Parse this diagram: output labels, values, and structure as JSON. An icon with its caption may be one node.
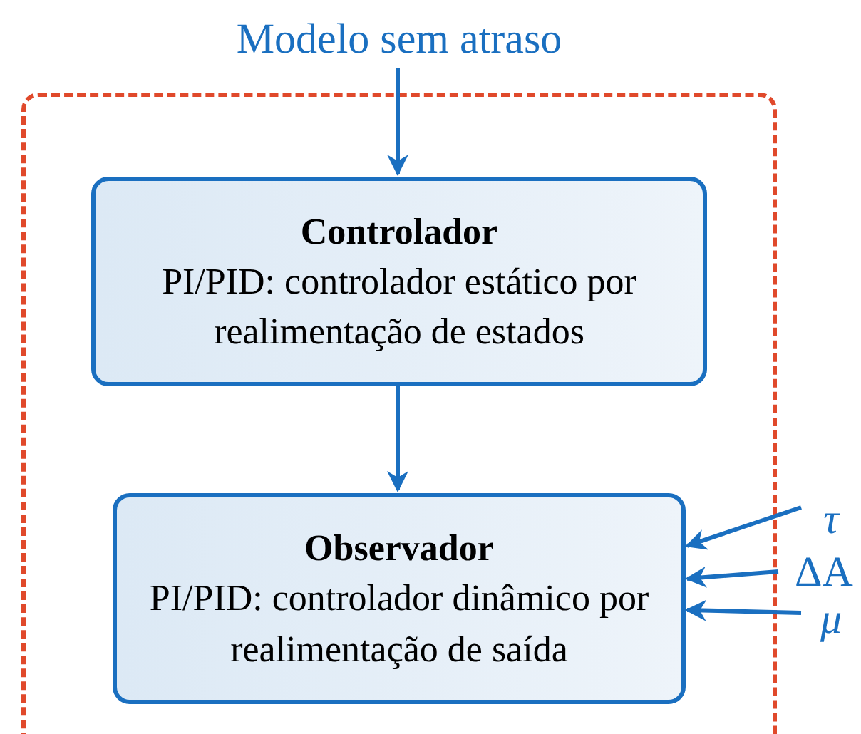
{
  "diagram": {
    "nodes": [
      {
        "text": [
          "Modelo sem atraso"
        ]
      },
      {
        "text": [],
        "shape": "box"
      },
      {
        "text": [
          "Controlador",
          "PI/PID: controlador estático por realimentação de estados"
        ],
        "in": 1
      },
      {
        "text": [
          "Observador",
          "PI/PID: controlador dinâmico por realimentação de saída"
        ],
        "in": 1
      },
      {
        "text": [
          "τ"
        ]
      },
      {
        "text": [
          "ΔA"
        ]
      },
      {
        "text": [
          "μ"
        ]
      }
    ],
    "edges": [
      {
        "from": 0,
        "to": 2,
        "arrow": "to"
      },
      {
        "from": 2,
        "to": 3,
        "arrow": "to"
      },
      {
        "from": 4,
        "to": 3,
        "arrow": "to"
      },
      {
        "from": 5,
        "to": 3,
        "arrow": "to"
      },
      {
        "from": 6,
        "to": 3,
        "arrow": "to"
      }
    ]
  }
}
